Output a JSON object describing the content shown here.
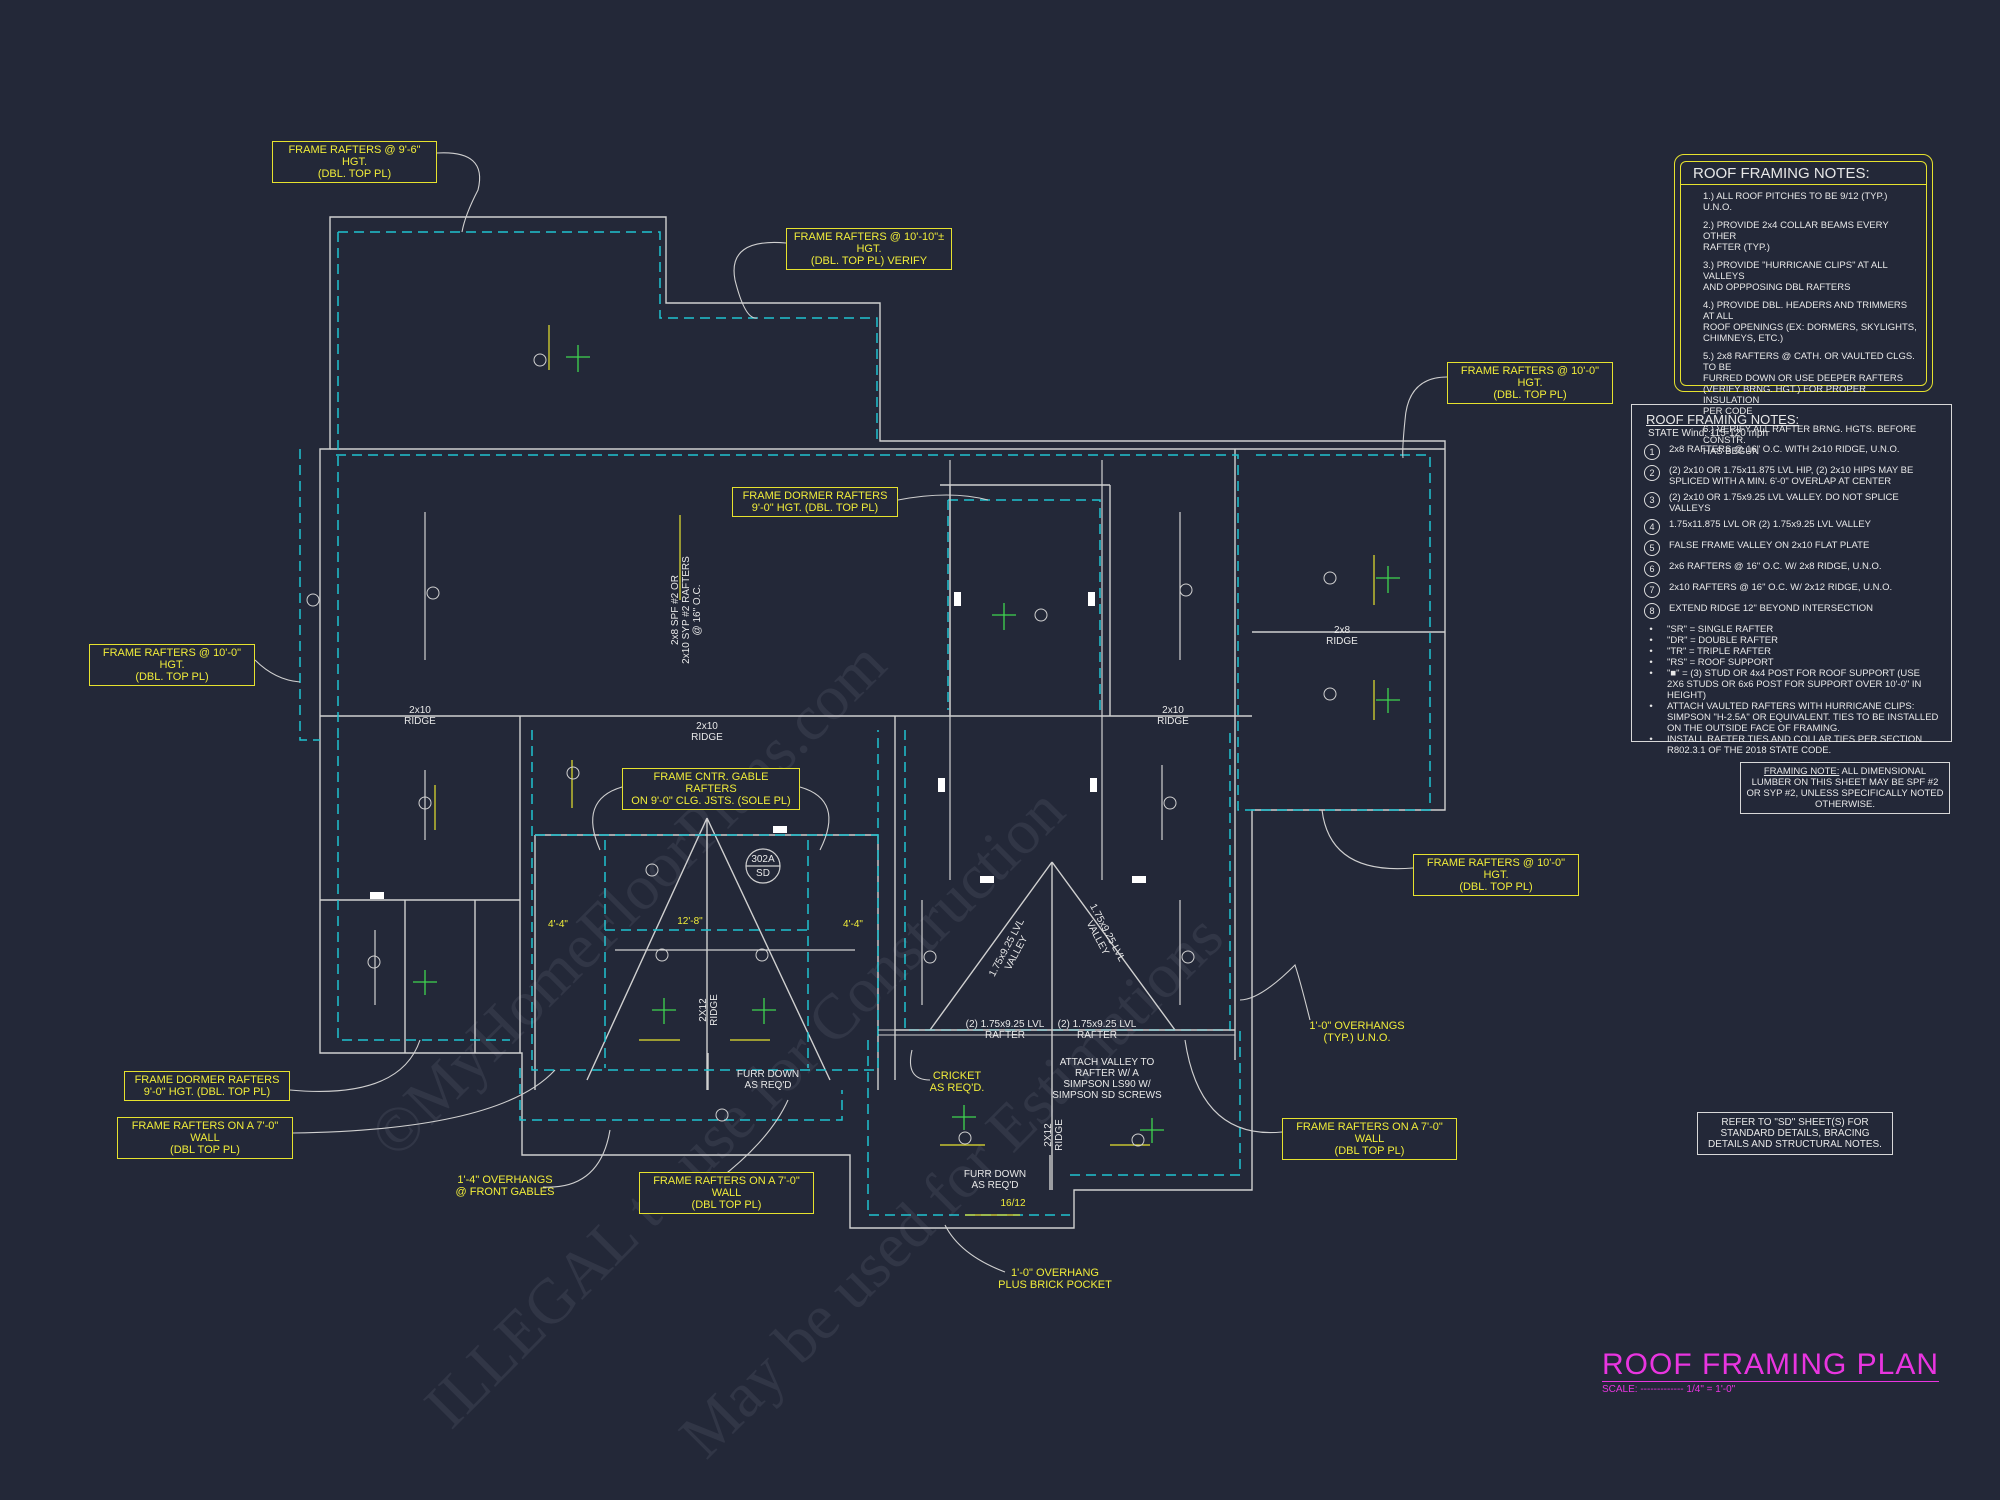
{
  "colors": {
    "background": "#232838",
    "callout": "#e6e22e",
    "wall": "#d8d8d8",
    "dashed": "#1fc2cf",
    "title": "#e935e0"
  },
  "callouts": {
    "c1": "FRAME RAFTERS @ 9'-6\" HGT.\n(DBL. TOP PL)",
    "c2": "FRAME RAFTERS @ 10'-10\"± HGT.\n(DBL. TOP PL) VERIFY",
    "c3": "FRAME RAFTERS @ 10'-0\" HGT.\n(DBL. TOP PL)",
    "c4": "FRAME DORMER RAFTERS\n9'-0\" HGT. (DBL. TOP PL)",
    "c5": "FRAME RAFTERS @ 10'-0\" HGT.\n(DBL. TOP PL)",
    "c6": "FRAME CNTR. GABLE RAFTERS\nON 9'-0\" CLG. JSTS. (SOLE PL)",
    "c7": "FRAME RAFTERS @ 10'-0\" HGT.\n(DBL. TOP PL)",
    "c8": "FRAME DORMER RAFTERS\n9'-0\" HGT. (DBL. TOP PL)",
    "c9": "FRAME RAFTERS ON A 7'-0\" WALL\n(DBL TOP PL)",
    "c10": "FRAME RAFTERS ON A 7'-0\" WALL\n(DBL TOP PL)",
    "c11": "FRAME RAFTERS ON A 7'-0\" WALL\n(DBL TOP PL)"
  },
  "plan_labels": {
    "ridge_left": "2x10\nRIDGE",
    "ridge_center": "2x10\nRIDGE",
    "ridge_right_mid": "2x10\nRIDGE",
    "ridge_far_right": "2x8\nRIDGE",
    "center_rafters": "2x8 SPF #2 OR\n2x10 SYP #2 RAFTERS\n@ 16\" O.C.",
    "valley_left": "(2) 1.75x9.25 LVL\nRAFTER",
    "valley_right": "(2) 1.75x9.25 LVL\nRAFTER",
    "attach_valley": "ATTACH VALLEY TO\nRAFTER W/ A\nSIMPSON LS90 W/\nSIMPSON SD SCREWS",
    "furr_down_1": "FURR DOWN\nAS REQ'D",
    "furr_down_2": "FURR DOWN\nAS REQ'D",
    "cricket": "CRICKET\nAS REQ'D.",
    "overhangs_typ": "1'-0\" OVERHANGS\n(TYP.) U.N.O.",
    "overhangs_front": "1'-4\" OVERHANGS\n@ FRONT GABLES",
    "overhang_brick": "1'-0\" OVERHANG\nPLUS BRICK POCKET",
    "dim_12_8": "12'-8\"",
    "dim_4_4_left": "4'-4\"",
    "dim_4_4_right": "4'-4\"",
    "pitch_16_12": "16/12",
    "tag_top": "302A",
    "tag_bottom": "SD",
    "ridge_2x12_center": "2X12\nRIDGE",
    "ridge_2x12_lower": "2X12\nRIDGE",
    "valley_text_left": "1.75x9.25 LVL\nVALLEY",
    "valley_text_right": "1.75x9.25 LVL\nVALLEY"
  },
  "notes_panel_1": {
    "heading": "ROOF FRAMING NOTES:",
    "items": [
      "1.) ALL ROOF PITCHES TO BE 9/12 (TYP.) U.N.O.",
      "2.) PROVIDE 2x4 COLLAR BEAMS EVERY OTHER\n    RAFTER (TYP.)",
      "3.) PROVIDE \"HURRICANE CLIPS\" AT ALL VALLEYS\n    AND OPPPOSING DBL RAFTERS",
      "4.) PROVIDE DBL. HEADERS AND TRIMMERS AT ALL\n    ROOF OPENINGS (EX: DORMERS, SKYLIGHTS,\n    CHIMNEYS, ETC.)",
      "5.) 2x8 RAFTERS @ CATH. OR VAULTED CLGS. TO BE\n    FURRED DOWN OR USE DEEPER RAFTERS\n    (VERIFY BRNG. HGT.) FOR PROPER INSULATION\n    PER CODE",
      "6.) VERIFY ALL RAFTER BRNG. HGTS. BEFORE CONSTR.\n    HAS BEGUN"
    ]
  },
  "notes_panel_2": {
    "heading": "ROOF FRAMING NOTES:",
    "wind": "STATE Wind: 115-120 mph",
    "numbered": [
      {
        "n": "1",
        "t": "2x8 RAFTERS @ 16\" O.C. WITH 2x10 RIDGE, U.N.O."
      },
      {
        "n": "2",
        "t": "(2) 2x10 OR 1.75x11.875 LVL HIP, (2) 2x10 HIPS MAY BE\nSPLICED WITH A MIN. 6'-0\" OVERLAP AT CENTER"
      },
      {
        "n": "3",
        "t": "(2) 2x10 OR 1.75x9.25 LVL VALLEY. DO NOT SPLICE\nVALLEYS"
      },
      {
        "n": "4",
        "t": "1.75x11.875 LVL OR (2) 1.75x9.25 LVL VALLEY"
      },
      {
        "n": "5",
        "t": "FALSE FRAME VALLEY ON 2x10 FLAT PLATE"
      },
      {
        "n": "6",
        "t": "2x6 RAFTERS @ 16\" O.C. W/ 2x8 RIDGE, U.N.O."
      },
      {
        "n": "7",
        "t": "2x10 RAFTERS @ 16\" O.C. W/ 2x12 RIDGE, U.N.O."
      },
      {
        "n": "8",
        "t": "EXTEND RIDGE 12\" BEYOND INTERSECTION"
      }
    ],
    "bullets": [
      "\"SR\" = SINGLE RAFTER",
      "\"DR\" = DOUBLE RAFTER",
      "\"TR\" = TRIPLE RAFTER",
      "\"RS\" = ROOF SUPPORT",
      "\"■\" = (3) STUD OR 4x4 POST FOR ROOF SUPPORT (USE\n2X6 STUDS OR 6x6 POST FOR SUPPORT OVER 10'-0\" IN\nHEIGHT)",
      "ATTACH VAULTED RAFTERS WITH HURRICANE CLIPS:\nSIMPSON \"H-2.5A\" OR EQUIVALENT. TIES TO BE INSTALLED\nON THE OUTSIDE FACE OF FRAMING.",
      "INSTALL RAFTER TIES AND COLLAR TIES PER SECTION\nR802.3.1 OF THE 2018 STATE CODE."
    ]
  },
  "lumber_note": {
    "label": "FRAMING NOTE:",
    "text": " ALL DIMENSIONAL LUMBER ON THIS SHEET MAY BE SPF #2 OR SYP #2, UNLESS SPECIFICALLY NOTED OTHERWISE."
  },
  "refer_note": "REFER TO \"SD\" SHEET(S) FOR\nSTANDARD DETAILS, BRACING\nDETAILS AND STRUCTURAL NOTES.",
  "title": "ROOF FRAMING PLAN",
  "scale": "SCALE: ------------- 1/4\" = 1'-0\"",
  "watermark": [
    "©MyHomeFloorPlans.com",
    "ILLEGAL to use for Construction",
    "May be used for Estimations"
  ]
}
